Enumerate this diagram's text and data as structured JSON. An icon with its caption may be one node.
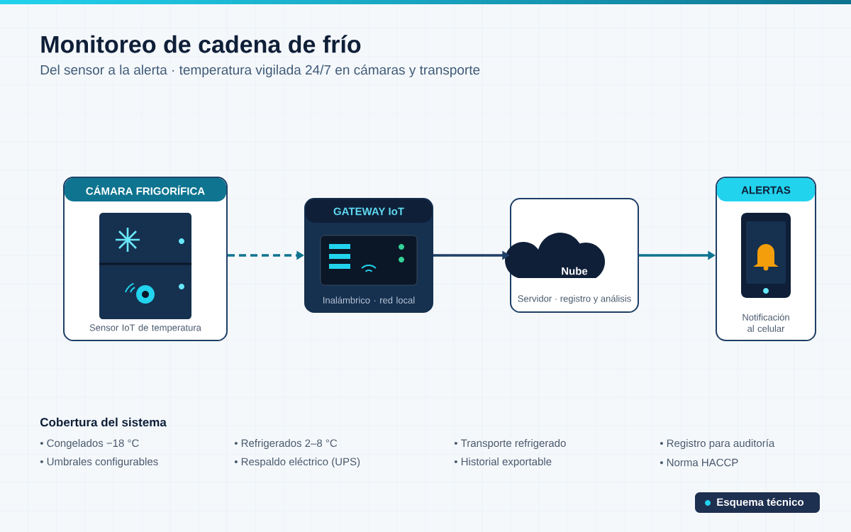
{
  "diagram": {
    "title": "Monitoreo de cadena de frío",
    "caption": "Del sensor a la alerta · temperatura vigilada 24/7 en cámaras y transporte",
    "nodes": [
      {
        "text": [
          "CÁMARA FRIGORÍFICA",
          "Sensor IoT de temperatura"
        ]
      },
      {
        "text": [
          "GATEWAY IoT",
          "Inalámbrico · red local"
        ]
      },
      {
        "text": [
          "Servidor · registro y análisis"
        ]
      },
      {
        "text": [
          "Nube"
        ],
        "in": 2
      },
      {
        "text": [
          "ALERTAS",
          "Notificación al celular"
        ]
      }
    ],
    "edges": [
      {
        "from": 0,
        "to": 1,
        "arrow": "to",
        "style": "dashed"
      },
      {
        "from": 1,
        "to": 2,
        "arrow": "to",
        "color": "#1e3f66"
      },
      {
        "from": 2,
        "to": 4,
        "arrow": "to"
      }
    ],
    "labels": [
      "Cobertura del sistema",
      "• Congelados −18 °C",
      "• Refrigerados 2–8 °C",
      "• Transporte refrigerado",
      "• Registro para auditoría",
      "• Umbrales configurables",
      "• Respaldo eléctrico (UPS)",
      "• Historial exportable",
      "• Norma HACCP",
      "Esquema técnico"
    ]
  }
}
